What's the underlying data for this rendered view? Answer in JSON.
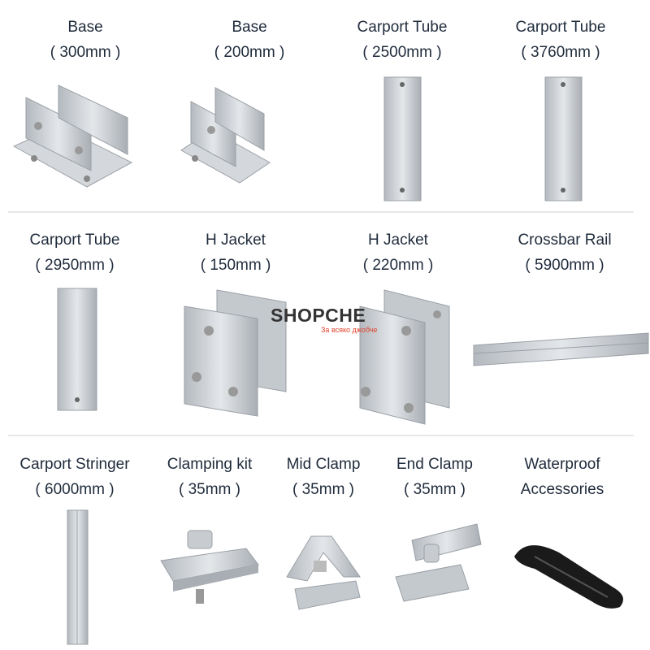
{
  "products": [
    {
      "name": "Base",
      "size": "( 300mm )"
    },
    {
      "name": "Base",
      "size": "( 200mm )"
    },
    {
      "name": "Carport Tube",
      "size": "( 2500mm )"
    },
    {
      "name": "Carport Tube",
      "size": "( 3760mm )"
    },
    {
      "name": "Carport Tube",
      "size": "( 2950mm )"
    },
    {
      "name": "H Jacket",
      "size": "( 150mm )"
    },
    {
      "name": "H Jacket",
      "size": "( 220mm )"
    },
    {
      "name": "Crossbar Rail",
      "size": "( 5900mm )"
    },
    {
      "name": "Carport Stringer",
      "size": "( 6000mm )"
    },
    {
      "name": "Clamping kit",
      "size": "( 35mm )"
    },
    {
      "name": "Mid Clamp",
      "size": "( 35mm )"
    },
    {
      "name": "End Clamp",
      "size": "( 35mm )"
    },
    {
      "name": "Waterproof",
      "size": "Accessories"
    }
  ],
  "watermark": {
    "brand": "SHOPCHE",
    "tagline": "За всяко джобче"
  },
  "colors": {
    "text": "#1f2b3b",
    "metal": "#c9cdd2",
    "accent": "#e0412a"
  }
}
